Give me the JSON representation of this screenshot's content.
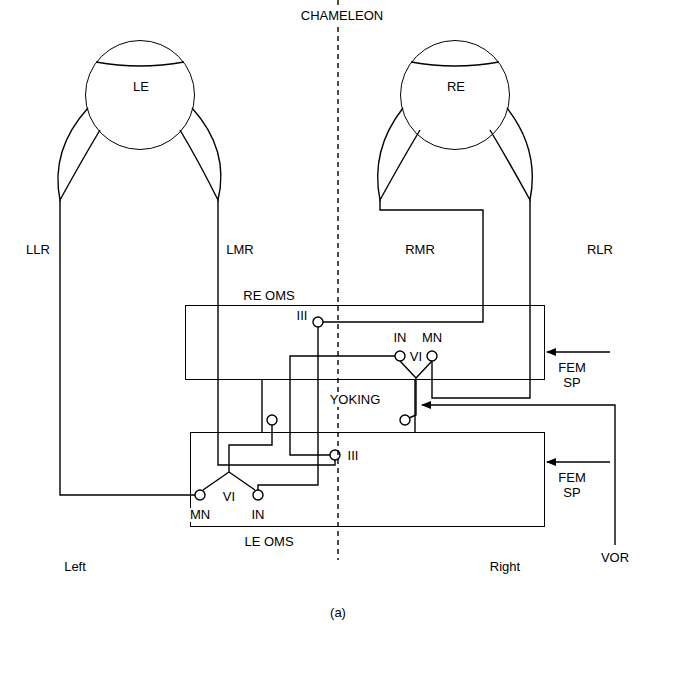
{
  "diagram": {
    "nodes": [
      {
        "text": [
          "LE"
        ]
      },
      {
        "text": [
          "RE"
        ]
      },
      {
        "text": [
          "RE OMS"
        ]
      },
      {
        "text": [
          "LE OMS"
        ]
      }
    ],
    "labels": [
      "CHAMELEON",
      "LLR",
      "LMR",
      "RMR",
      "RLR",
      "III",
      "IN",
      "MN",
      "VI",
      "YOKING",
      "III",
      "VI",
      "MN",
      "IN",
      "FEM SP",
      "FEM SP",
      "Left",
      "Right",
      "VOR",
      "(a)"
    ]
  }
}
